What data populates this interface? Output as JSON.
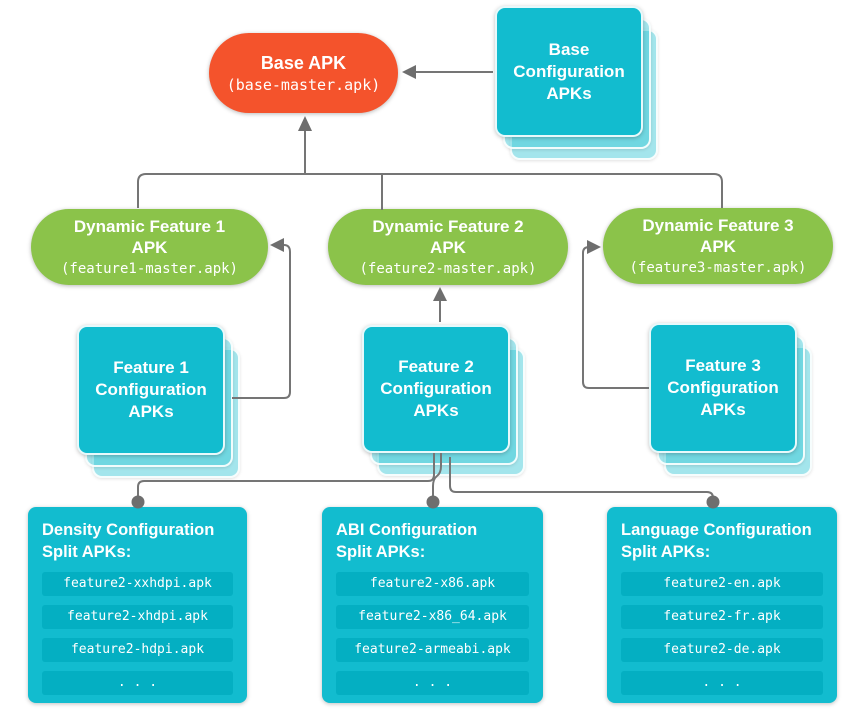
{
  "colors": {
    "orange": "#F4532C",
    "green": "#8BC34A",
    "teal": "#12BCCF",
    "teal_item": "#04AFC2",
    "line": "#757575",
    "dot": "#6E6E6E",
    "text": "#FFFFFF"
  },
  "base_apk": {
    "title": "Base APK",
    "file": "(base-master.apk)"
  },
  "base_config": {
    "lines": [
      "Base",
      "Configuration",
      "APKs"
    ]
  },
  "features": [
    {
      "title_line1": "Dynamic Feature 1",
      "title_line2": "APK",
      "file": "(feature1-master.apk)",
      "config_lines": [
        "Feature 1",
        "Configuration",
        "APKs"
      ]
    },
    {
      "title_line1": "Dynamic Feature 2",
      "title_line2": "APK",
      "file": "(feature2-master.apk)",
      "config_lines": [
        "Feature 2",
        "Configuration",
        "APKs"
      ]
    },
    {
      "title_line1": "Dynamic Feature 3",
      "title_line2": "APK",
      "file": "(feature3-master.apk)",
      "config_lines": [
        "Feature 3",
        "Configuration",
        "APKs"
      ]
    }
  ],
  "split_groups": [
    {
      "heading_line1": "Density Configuration",
      "heading_line2": "Split APKs:",
      "items": [
        "feature2-xxhdpi.apk",
        "feature2-xhdpi.apk",
        "feature2-hdpi.apk",
        ". . ."
      ]
    },
    {
      "heading_line1": "ABI Configuration",
      "heading_line2": "Split APKs:",
      "items": [
        "feature2-x86.apk",
        "feature2-x86_64.apk",
        "feature2-armeabi.apk",
        ". . ."
      ]
    },
    {
      "heading_line1": "Language Configuration",
      "heading_line2": "Split APKs:",
      "items": [
        "feature2-en.apk",
        "feature2-fr.apk",
        "feature2-de.apk",
        ". . ."
      ]
    }
  ]
}
